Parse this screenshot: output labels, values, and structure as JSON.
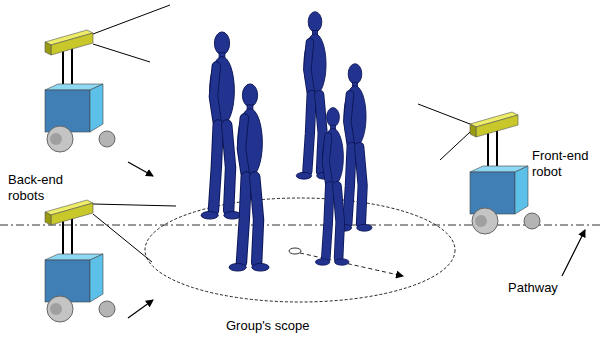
{
  "diagram": {
    "labels": [
      "Front-end robot",
      "Back-end robots",
      "Pathway",
      "Group's scope"
    ]
  }
}
